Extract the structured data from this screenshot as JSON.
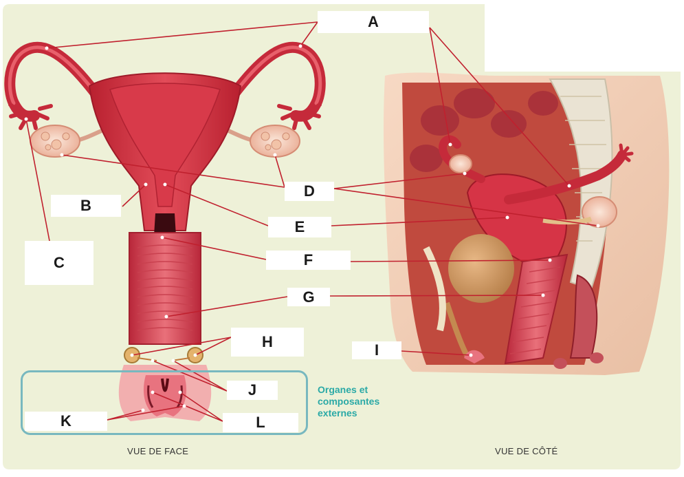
{
  "labels": {
    "A": "A",
    "B": "B",
    "C": "C",
    "D": "D",
    "E": "E",
    "F": "F",
    "G": "G",
    "H": "H",
    "I": "I",
    "J": "J",
    "K": "K",
    "L": "L"
  },
  "group_label": {
    "line1": "Organes et",
    "line2": "composantes",
    "line3": "externes"
  },
  "captions": {
    "front": "VUE DE FACE",
    "side": "VUE DE CÔTÉ"
  },
  "colors": {
    "background_panel": "#eef1d8",
    "tissue": "#d83a4a",
    "tissue_dark": "#a81f2e",
    "tissue_light": "#ef8a8e",
    "ovary": "#f6d6c4",
    "leader_line": "#c0202e",
    "group_border": "#78b8bf",
    "group_text": "#2aa9a6"
  }
}
